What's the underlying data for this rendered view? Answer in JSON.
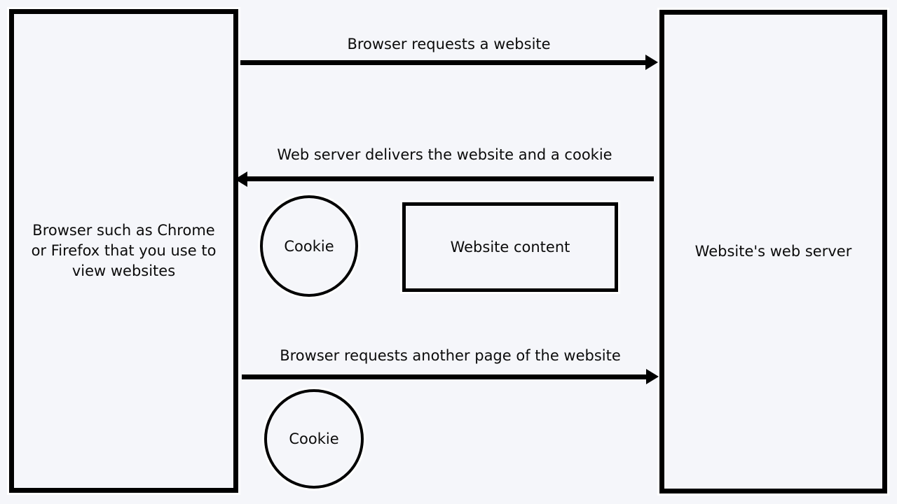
{
  "diagram": {
    "background_color": "#f5f6fa",
    "stroke_color": "#000000",
    "halo_color": "#ffffff",
    "text_color": "#0b0b0b",
    "nodes": {
      "browser_box": {
        "label": "Browser such as Chrome or Firefox that you use to view websites",
        "lines": [
          "Browser such as Chrome",
          "or Firefox that you use to",
          "view websites"
        ]
      },
      "server_box": {
        "label": "Website's web server"
      },
      "cookie_delivered": {
        "label": "Cookie"
      },
      "website_content": {
        "label": "Website content"
      },
      "cookie_returned": {
        "label": "Cookie"
      }
    },
    "arrows": [
      {
        "label": "Browser requests a website",
        "direction": "left-to-right"
      },
      {
        "label": "Web server delivers the website and a cookie",
        "direction": "right-to-left"
      },
      {
        "label": "Browser requests another page of the website",
        "direction": "left-to-right"
      }
    ]
  }
}
